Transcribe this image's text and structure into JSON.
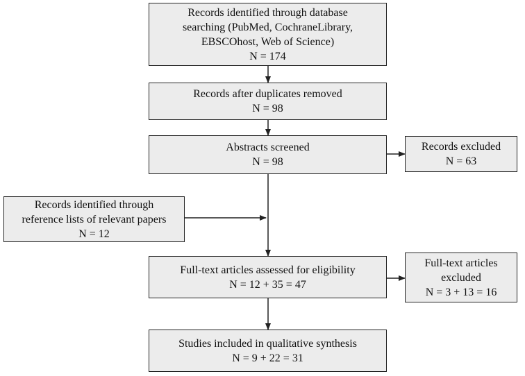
{
  "boxes": {
    "identified": {
      "lines": [
        "Records identified through database",
        "searching (PubMed, CochraneLibrary,",
        "EBSCOhost, Web of Science)",
        "N = 174"
      ]
    },
    "duplicates_removed": {
      "lines": [
        "Records after duplicates removed",
        "N = 98"
      ]
    },
    "abstracts_screened": {
      "lines": [
        "Abstracts screened",
        "N = 98"
      ]
    },
    "records_excluded": {
      "lines": [
        "Records excluded",
        "N = 63"
      ]
    },
    "reference_lists": {
      "lines": [
        "Records identified through",
        "reference lists of relevant papers",
        "N = 12"
      ]
    },
    "fulltext_assessed": {
      "lines": [
        "Full-text articles assessed for eligibility",
        "N = 12 + 35 = 47"
      ]
    },
    "fulltext_excluded": {
      "lines": [
        "Full-text articles",
        "excluded",
        "N = 3 + 13 = 16"
      ]
    },
    "studies_included": {
      "lines": [
        "Studies included in qualitative synthesis",
        "N = 9 + 22 = 31"
      ]
    }
  },
  "colors": {
    "box_fill": "#ececec",
    "border": "#222222",
    "arrow": "#222222"
  }
}
